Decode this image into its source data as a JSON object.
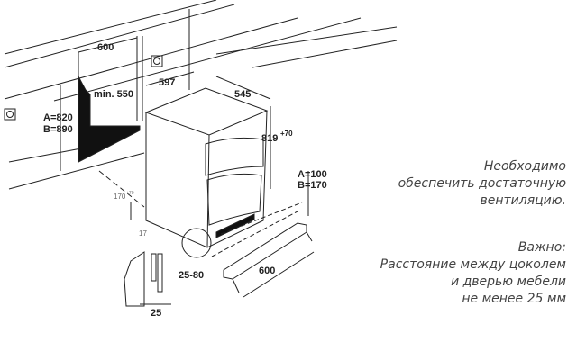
{
  "dimensions": {
    "niche_width": "600",
    "niche_depth": "min. 550",
    "niche_height_a": "A=820",
    "niche_height_b": "B=890",
    "appliance_width": "597",
    "appliance_depth": "545",
    "appliance_height": "819",
    "appliance_height_tol": "+70",
    "plinth_depth": "170",
    "plinth_depth_tol": "+70",
    "side_gap": "17",
    "plinth_height_a": "A=100",
    "plinth_height_b": "B=170",
    "door_gap": "25-80",
    "plinth_width": "600",
    "detail_gap": "25"
  },
  "notes": {
    "ventilation": [
      "Необходимо",
      "обеспечить достаточную",
      "вентиляцию."
    ],
    "important_title": "Важно:",
    "important": [
      "Расстояние между цоколем",
      "и дверью мебели",
      "не менее 25 мм"
    ]
  }
}
